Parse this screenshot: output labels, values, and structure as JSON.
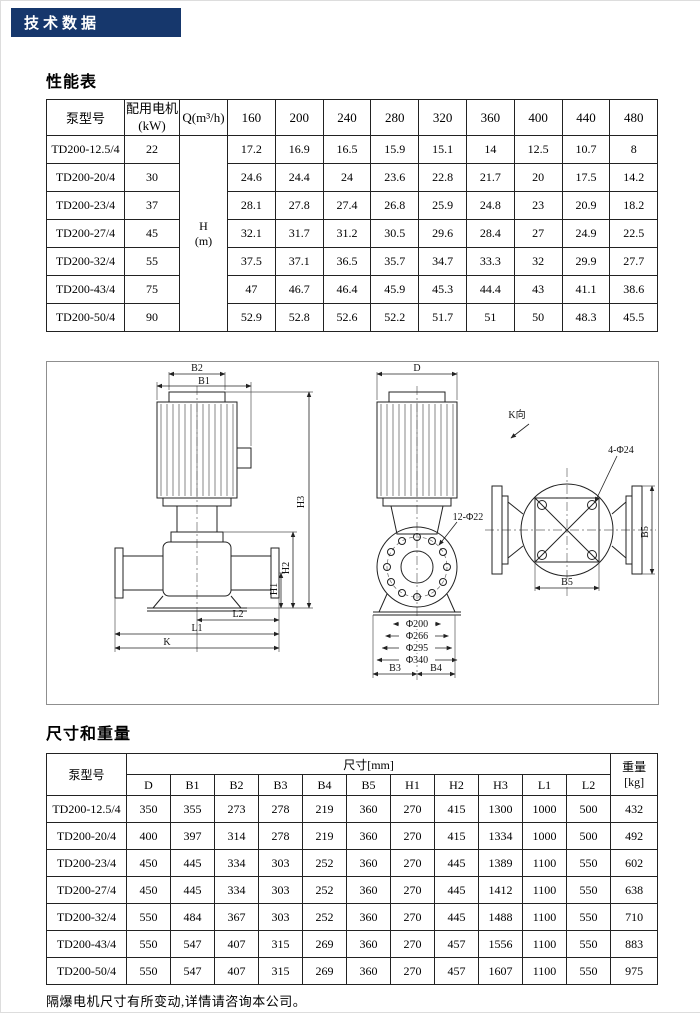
{
  "banner": {
    "title": "技术数据"
  },
  "performance": {
    "title": "性能表",
    "header": {
      "model": "泵型号",
      "motor": "配用电机\n(kW)",
      "q": "Q(m³/h)",
      "h_label": "H\n(m)",
      "flows": [
        "160",
        "200",
        "240",
        "280",
        "320",
        "360",
        "400",
        "440",
        "480"
      ]
    },
    "rows": [
      {
        "model": "TD200-12.5/4",
        "kw": "22",
        "values": [
          "17.2",
          "16.9",
          "16.5",
          "15.9",
          "15.1",
          "14",
          "12.5",
          "10.7",
          "8"
        ]
      },
      {
        "model": "TD200-20/4",
        "kw": "30",
        "values": [
          "24.6",
          "24.4",
          "24",
          "23.6",
          "22.8",
          "21.7",
          "20",
          "17.5",
          "14.2"
        ]
      },
      {
        "model": "TD200-23/4",
        "kw": "37",
        "values": [
          "28.1",
          "27.8",
          "27.4",
          "26.8",
          "25.9",
          "24.8",
          "23",
          "20.9",
          "18.2"
        ]
      },
      {
        "model": "TD200-27/4",
        "kw": "45",
        "values": [
          "32.1",
          "31.7",
          "31.2",
          "30.5",
          "29.6",
          "28.4",
          "27",
          "24.9",
          "22.5"
        ]
      },
      {
        "model": "TD200-32/4",
        "kw": "55",
        "values": [
          "37.5",
          "37.1",
          "36.5",
          "35.7",
          "34.7",
          "33.3",
          "32",
          "29.9",
          "27.7"
        ]
      },
      {
        "model": "TD200-43/4",
        "kw": "75",
        "values": [
          "47",
          "46.7",
          "46.4",
          "45.9",
          "45.3",
          "44.4",
          "43",
          "41.1",
          "38.6"
        ]
      },
      {
        "model": "TD200-50/4",
        "kw": "90",
        "values": [
          "52.9",
          "52.8",
          "52.6",
          "52.2",
          "51.7",
          "51",
          "50",
          "48.3",
          "45.5"
        ]
      }
    ]
  },
  "drawing": {
    "labels": {
      "b1": "B1",
      "b2": "B2",
      "h1": "H1",
      "h2": "H2",
      "h3": "H3",
      "l1": "L1",
      "l2": "L2",
      "k": "K",
      "d": "D",
      "bolt12": "12-Φ22",
      "d200": "Φ200",
      "d266": "Φ266",
      "d295": "Φ295",
      "d340": "Φ340",
      "b3": "B3",
      "b4": "B4",
      "k_view": "K向",
      "bolt4": "4-Φ24",
      "b5_side": "B5",
      "b5_bottom": "B5"
    }
  },
  "dimensions": {
    "title": "尺寸和重量",
    "header": {
      "model": "泵型号",
      "size_group": "尺寸[mm]",
      "cols": [
        "D",
        "B1",
        "B2",
        "B3",
        "B4",
        "B5",
        "H1",
        "H2",
        "H3",
        "L1",
        "L2"
      ],
      "weight": "重量\n[kg]"
    },
    "rows": [
      {
        "model": "TD200-12.5/4",
        "values": [
          "350",
          "355",
          "273",
          "278",
          "219",
          "360",
          "270",
          "415",
          "1300",
          "1000",
          "500"
        ],
        "weight": "432"
      },
      {
        "model": "TD200-20/4",
        "values": [
          "400",
          "397",
          "314",
          "278",
          "219",
          "360",
          "270",
          "415",
          "1334",
          "1000",
          "500"
        ],
        "weight": "492"
      },
      {
        "model": "TD200-23/4",
        "values": [
          "450",
          "445",
          "334",
          "303",
          "252",
          "360",
          "270",
          "445",
          "1389",
          "1100",
          "550"
        ],
        "weight": "602"
      },
      {
        "model": "TD200-27/4",
        "values": [
          "450",
          "445",
          "334",
          "303",
          "252",
          "360",
          "270",
          "445",
          "1412",
          "1100",
          "550"
        ],
        "weight": "638"
      },
      {
        "model": "TD200-32/4",
        "values": [
          "550",
          "484",
          "367",
          "303",
          "252",
          "360",
          "270",
          "445",
          "1488",
          "1100",
          "550"
        ],
        "weight": "710"
      },
      {
        "model": "TD200-43/4",
        "values": [
          "550",
          "547",
          "407",
          "315",
          "269",
          "360",
          "270",
          "457",
          "1556",
          "1100",
          "550"
        ],
        "weight": "883"
      },
      {
        "model": "TD200-50/4",
        "values": [
          "550",
          "547",
          "407",
          "315",
          "269",
          "360",
          "270",
          "457",
          "1607",
          "1100",
          "550"
        ],
        "weight": "975"
      }
    ]
  },
  "footer": {
    "note": "隔爆电机尺寸有所变动,详情请咨询本公司。"
  }
}
